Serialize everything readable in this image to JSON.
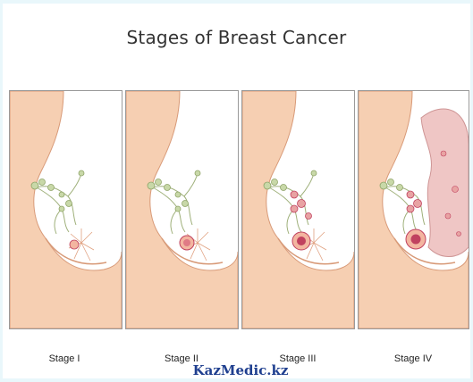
{
  "title": "Stages of Breast Cancer",
  "stages": [
    {
      "label": "Stage I"
    },
    {
      "label": "Stage II"
    },
    {
      "label": "Stage III"
    },
    {
      "label": "Stage IV"
    }
  ],
  "watermark": "KazMedic.kz",
  "colors": {
    "skin": "#f6cfb2",
    "skin_outline": "#d89a78",
    "node": "#c8d8a8",
    "tumor": "#c0415f",
    "tumor_halo": "#f3b5a0",
    "metastasis": "#e8a3a3"
  }
}
